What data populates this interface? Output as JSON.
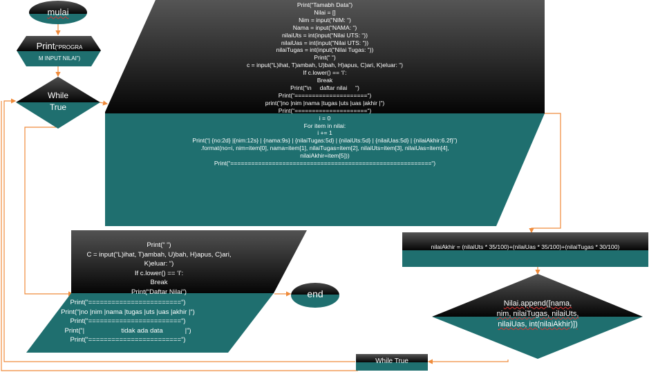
{
  "start": {
    "label": "mulai"
  },
  "print_title": {
    "prefix": "Print",
    "rest_1": "(“PROGRA",
    "rest_2": "M INPUT NILAI”)"
  },
  "while_top": {
    "line1": "While",
    "line2": "True"
  },
  "add_block": {
    "lines": [
      "Print(“Tamabh Data”)",
      "Nilai = []",
      "Nim = input(“NIM: “)",
      "Nama = input(“NAMA: “)",
      "nilaiUts = int(input(“Nilai UTS: “))",
      "nilaiUas = int(input(“Nilai UTS: “))",
      "nilaiTugas = int(input(“Nilai Tugas: “))",
      "Print(“ “)",
      "c = input(“L)ihat, T)ambah, U)bah, H)apus, C)ari, K)eluar: “)",
      "If c.lower() == ‘l’:",
      "Break",
      "Print(“\\n     daftar nilai     “)",
      "Print(“=====================“)",
      "print(“|no |nim |nama |tugas |uts |uas |akhir |“)",
      "Print(“=====================“)",
      "i = 0",
      "For item in nilai:",
      "i += 1",
      "Print(“| {no:2d} |{nim:12s} | {nama:9s} | {nilaiTugas:5d} | {nilaiUts:5d} | {nilaiUas:5d} | {nilaiAkhir:6.2f}”)",
      ".format(no=i, nim=item[0], nama=item[1], nilaiTugas=item[2], nilaiUts=item[3], nilaiUas=item[4],",
      "nilaiAkhir=item[5]))",
      "Print(“==========================================================“)"
    ]
  },
  "calc": {
    "text": "nilaiAkhir = (nilaiUts * 35/100)+(nilaiUas * 35/100)+(nilaiTugas * 30/100)"
  },
  "append": {
    "lines": [
      "Nilai.append([nama,",
      "nim, nilaiTugas, nilaiUts,",
      "nilaiUas, int(nilaiAkhir)])"
    ]
  },
  "while_bottom": {
    "label": "While True"
  },
  "view_block": {
    "lines": [
      "Print(“ “)",
      "C = input(“L)ihat, T)ambah, U)bah, H)apus, C)ari,",
      "K)eluar: “)",
      "If c.lower() == ‘l’:",
      "Break",
      "Print(“Daftar Nilai”)",
      "Print(“========================“)",
      "Print(“|no |nim |nama |tugas |uts |uas |akhir |“)",
      "Print(“========================“)",
      "Print(“|                    tidak ada data            |”)",
      "Print(“========================“)"
    ]
  },
  "end": {
    "label": "end"
  },
  "colors": {
    "dark": "#0b0b0b",
    "teal": "#1f6f6f",
    "arrow": "#ef8a3a"
  }
}
